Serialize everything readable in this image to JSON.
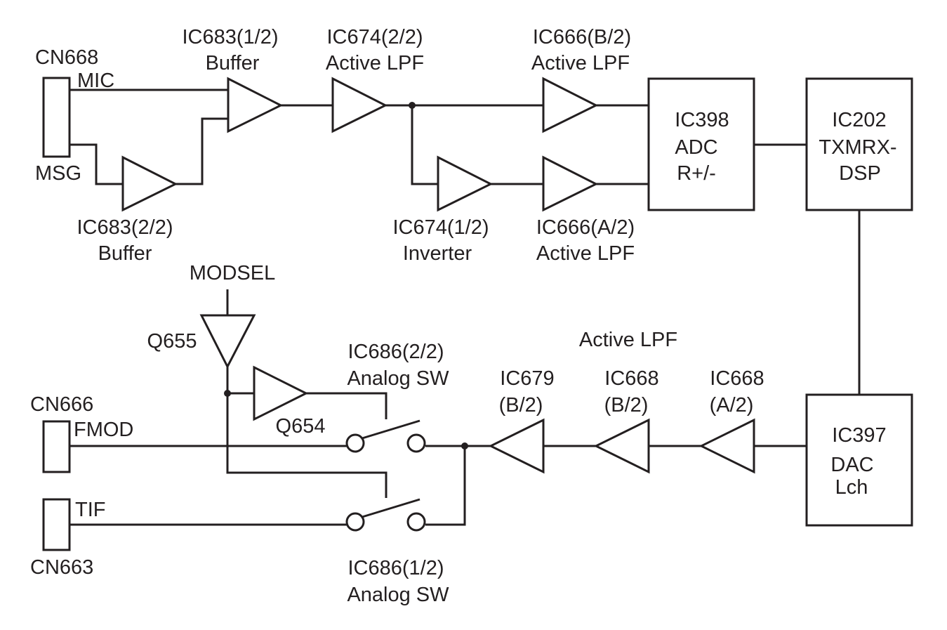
{
  "colors": {
    "ink": "#231f20",
    "background": "#ffffff"
  },
  "connectors": {
    "cn668": {
      "name": "CN668",
      "pin_mic": "MIC",
      "pin_msg": "MSG"
    },
    "cn666": {
      "name": "CN666",
      "pin": "FMOD"
    },
    "cn663": {
      "name": "CN663",
      "pin": "TIF"
    }
  },
  "amps": {
    "ic683_1": {
      "ref": "IC683(1/2)",
      "func": "Buffer"
    },
    "ic683_2": {
      "ref": "IC683(2/2)",
      "func": "Buffer"
    },
    "ic674_2": {
      "ref": "IC674(2/2)",
      "func": "Active LPF"
    },
    "ic674_1": {
      "ref": "IC674(1/2)",
      "func": "Inverter"
    },
    "ic666_b": {
      "ref": "IC666(B/2)",
      "func": "Active LPF"
    },
    "ic666_a": {
      "ref": "IC666(A/2)",
      "func": "Active LPF"
    },
    "q655": {
      "ref": "Q655"
    },
    "q654": {
      "ref": "Q654"
    },
    "ic679_b": {
      "ref1": "IC679",
      "ref2": "(B/2)"
    },
    "ic668_b": {
      "ref1": "IC668",
      "ref2": "(B/2)"
    },
    "ic668_a": {
      "ref1": "IC668",
      "ref2": "(A/2)"
    }
  },
  "blocks": {
    "ic398": {
      "line1": "IC398",
      "line2": "ADC",
      "line3": "R+/-"
    },
    "ic202": {
      "line1": "IC202",
      "line2": "TXMRX-",
      "line3": "DSP"
    },
    "ic397": {
      "line1": "IC397",
      "line2": "DAC",
      "line3": "Lch"
    }
  },
  "switches": {
    "ic686_2": {
      "ref": "IC686(2/2)",
      "func": "Analog SW"
    },
    "ic686_1": {
      "ref": "IC686(1/2)",
      "func": "Analog SW"
    }
  },
  "signals": {
    "modsel": "MODSEL",
    "active_lpf_group": "Active LPF"
  }
}
